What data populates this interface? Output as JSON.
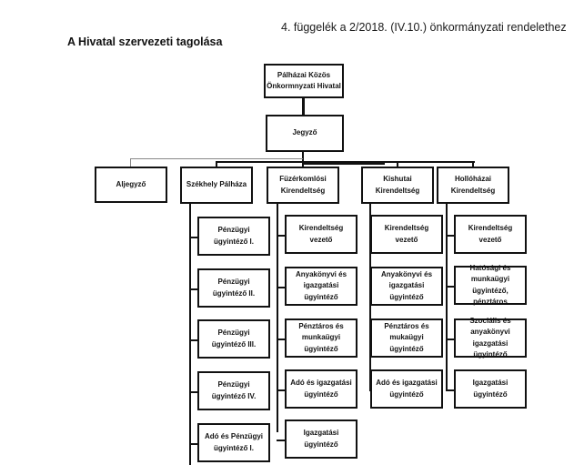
{
  "header": {
    "appendix": "4. függelék a 2/2018. (IV.10.) önkormányzati rendelethez",
    "title": "A Hivatal szervezeti tagolása"
  },
  "org": {
    "root": "Pálházai Közös Önkormnyzati Hivatal",
    "jegyzo": "Jegyző",
    "aljegyzo": "Aljegyző",
    "units": [
      {
        "name": "Székhely Pálháza",
        "staff": [
          "Pénzügyi ügyintéző I.",
          "Pénzügyi ügyintéző II.",
          "Pénzügyi ügyintéző III.",
          "Pénzügyi ügyintéző IV.",
          "Adó és Pénzügyi ügyintéző I."
        ]
      },
      {
        "name": "Füzérkomlósi Kirendeltség",
        "staff": [
          "Kirendeltség vezető",
          "Anyakönyvi és igazgatási ügyintéző",
          "Pénztáros és munkaügyi ügyintéző",
          "Adó és igazgatási ügyintéző",
          "Igazgatási ügyintéző"
        ]
      },
      {
        "name": "Kishutai Kirendeltség",
        "staff": [
          "Kirendeltség vezető",
          "Anyakönyvi és igazgatási ügyintéző",
          "Pénztáros és mukaügyi ügyintéző",
          "Adó és igazgatási ügyintéző"
        ]
      },
      {
        "name": "Hollóházai Kirendeltség",
        "staff": [
          "Kirendeltség vezető",
          "Hatósági és munkaügyi ügyintéző, pénztáros",
          "Szociális és anyakönyvi igazgatási ügyintéző",
          "Igazgatási ügyintéző"
        ]
      }
    ]
  }
}
